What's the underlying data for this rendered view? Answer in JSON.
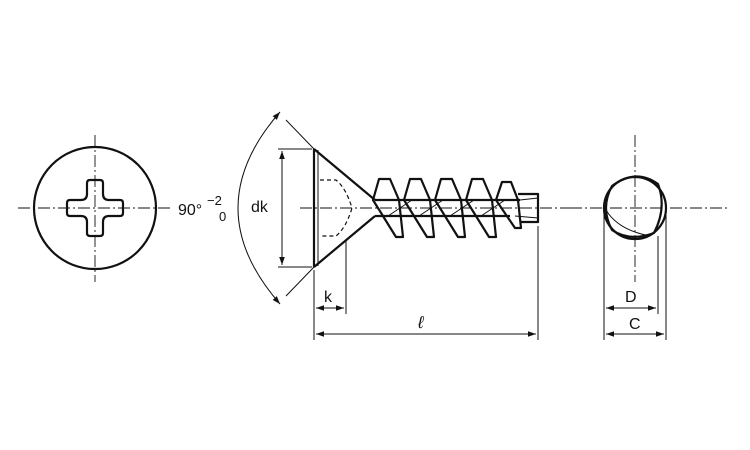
{
  "labels": {
    "angle_main": "90°",
    "angle_tol_upper": "−2",
    "angle_tol_lower": "0",
    "head_diameter": "dk",
    "head_height": "k",
    "length": "ℓ",
    "thread_diameter": "D",
    "outer_diameter": "C"
  },
  "colors": {
    "line": "#111111",
    "background": "#ffffff"
  }
}
